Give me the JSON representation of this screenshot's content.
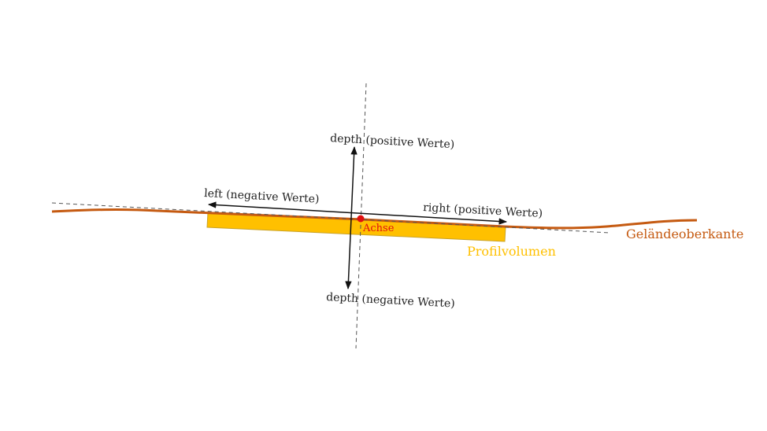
{
  "labels": {
    "depth_positive": "depth (positive Werte)",
    "depth_negative": "depth (negative Werte)",
    "left_negative": "left (negative Werte)",
    "right_positive": "right (positive Werte)",
    "axis_point": "Achse",
    "terrain": "Geländeoberkante",
    "volume": "Profilvolumen"
  },
  "colors": {
    "terrain": "#c55a11",
    "volume_fill": "#ffc000",
    "volume_stroke": "#c9a227",
    "axis_point": "#e01010",
    "arrows": "#111111",
    "guides": "#555555"
  }
}
